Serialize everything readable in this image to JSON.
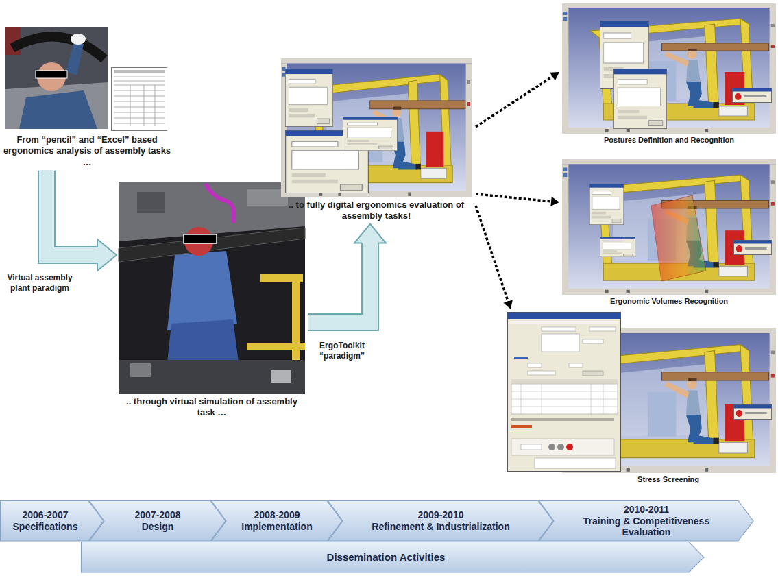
{
  "diagram": {
    "nodes": [
      {
        "text": [
          "From “pencil” and “Excel” based ergonomics analysis of assembly tasks …"
        ]
      },
      {
        "text": [
          ".. through virtual simulation of assembly task …"
        ]
      },
      {
        "text": [
          ".. to fully digital ergonomics evaluation of assembly tasks!"
        ]
      },
      {
        "text": [
          "Postures Definition and Recognition"
        ]
      },
      {
        "text": [
          "Ergonomic Volumes Recognition"
        ]
      },
      {
        "text": [
          "Stress Screening"
        ]
      },
      {
        "text": [
          "2006-2007",
          "Specifications"
        ]
      },
      {
        "text": [
          "2007-2008",
          "Design"
        ]
      },
      {
        "text": [
          "2008-2009",
          "Implementation"
        ]
      },
      {
        "text": [
          "2009-2010",
          "Refinement & Industrialization"
        ]
      },
      {
        "text": [
          "2010-2011",
          "Training & Competitiveness Evaluation"
        ]
      },
      {
        "text": [
          "Dissemination Activities"
        ]
      }
    ],
    "edges": [
      {
        "from": 0,
        "to": 1,
        "arrow": "to",
        "label": "Virtual assembly plant paradigm"
      },
      {
        "from": 1,
        "to": 2,
        "arrow": "to",
        "label": "ErgoToolkit “paradigm”"
      },
      {
        "from": 2,
        "to": 3,
        "arrow": "to"
      },
      {
        "from": 2,
        "to": 4,
        "arrow": "to"
      },
      {
        "from": 2,
        "to": 5,
        "arrow": "to"
      }
    ]
  }
}
